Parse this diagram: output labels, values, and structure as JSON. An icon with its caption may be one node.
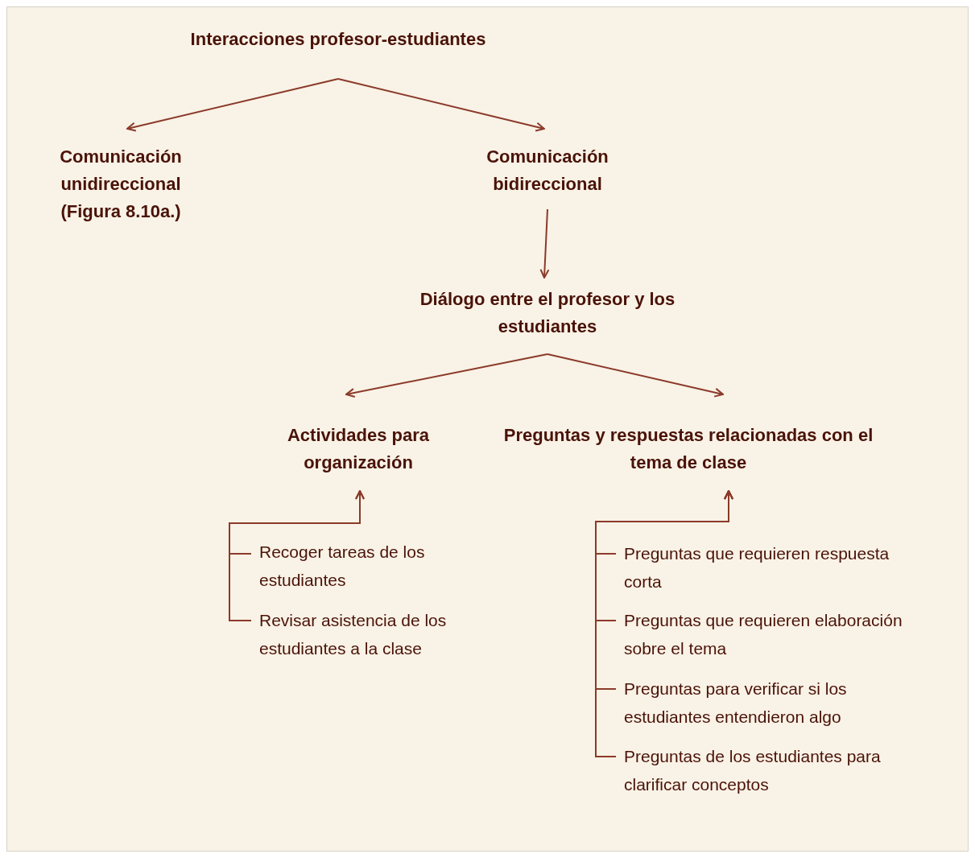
{
  "diagram": {
    "nodes": [
      {
        "text": [
          "Interacciones profesor-estudiantes"
        ]
      },
      {
        "text": [
          "Comunicación unidireccional (Figura 8.10a.)"
        ]
      },
      {
        "text": [
          "Comunicación bidireccional"
        ]
      },
      {
        "text": [
          "Diálogo entre el profesor y los estudiantes"
        ]
      },
      {
        "text": [
          "Actividades para organización"
        ]
      },
      {
        "text": [
          "Preguntas y respuestas relacionadas con el tema de clase"
        ]
      },
      {
        "text": [
          "Recoger tareas de los estudiantes"
        ]
      },
      {
        "text": [
          "Revisar asistencia de los estudiantes a la clase"
        ]
      },
      {
        "text": [
          "Preguntas que requieren respuesta corta"
        ]
      },
      {
        "text": [
          "Preguntas que requieren elaboración sobre el tema"
        ]
      },
      {
        "text": [
          "Preguntas para verificar si los estudiantes entendieron algo"
        ]
      },
      {
        "text": [
          "Preguntas de los estudiantes para clarificar conceptos"
        ]
      }
    ],
    "edges": [
      {
        "from": 0,
        "to": 1,
        "arrow": "to"
      },
      {
        "from": 0,
        "to": 2,
        "arrow": "to"
      },
      {
        "from": 2,
        "to": 3,
        "arrow": "to"
      },
      {
        "from": 3,
        "to": 4,
        "arrow": "to"
      },
      {
        "from": 3,
        "to": 5,
        "arrow": "to"
      },
      {
        "from": 6,
        "to": 4,
        "arrow": "to"
      },
      {
        "from": 7,
        "to": 4,
        "arrow": "to"
      },
      {
        "from": 8,
        "to": 5,
        "arrow": "to"
      },
      {
        "from": 9,
        "to": 5,
        "arrow": "to"
      },
      {
        "from": 10,
        "to": 5,
        "arrow": "to"
      },
      {
        "from": 11,
        "to": 5,
        "arrow": "to"
      }
    ]
  }
}
